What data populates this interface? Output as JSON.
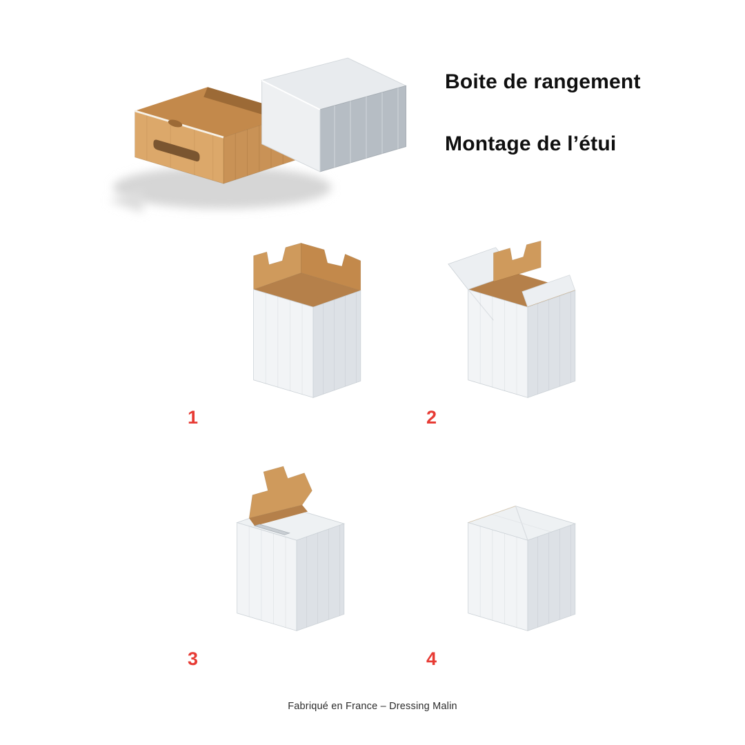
{
  "page": {
    "background": "#ffffff"
  },
  "header": {
    "title_line1": "Boite de rangement",
    "title_line2": "Montage de l’étui"
  },
  "hero": {
    "illustration": "storage-drawer-box-with-sleeve"
  },
  "steps": [
    {
      "number": "1",
      "illustration": "carton-open-top-flaps-up"
    },
    {
      "number": "2",
      "illustration": "carton-side-flaps-folding"
    },
    {
      "number": "3",
      "illustration": "carton-top-closing-last-flap"
    },
    {
      "number": "4",
      "illustration": "carton-closed"
    }
  ],
  "footer": {
    "text": "Fabriqué en France – Dressing Malin"
  },
  "colors": {
    "accent": "#e73b34",
    "kraft": "#cf9a5c",
    "kraft_mid": "#c3894b",
    "kraft_dark": "#b5804a",
    "kraft_deep": "#9c6a36",
    "box_front": "#f2f4f6",
    "box_side": "#dde1e6",
    "box_top": "#eef1f3",
    "sleeve_top": "#e8ebee",
    "sleeve_side": "#b6bdc4",
    "sleeve_rim": "#eef0f2",
    "drawer_front": "#dca86a",
    "drawer_side": "#c99256",
    "handle_hole": "#7a5530"
  }
}
